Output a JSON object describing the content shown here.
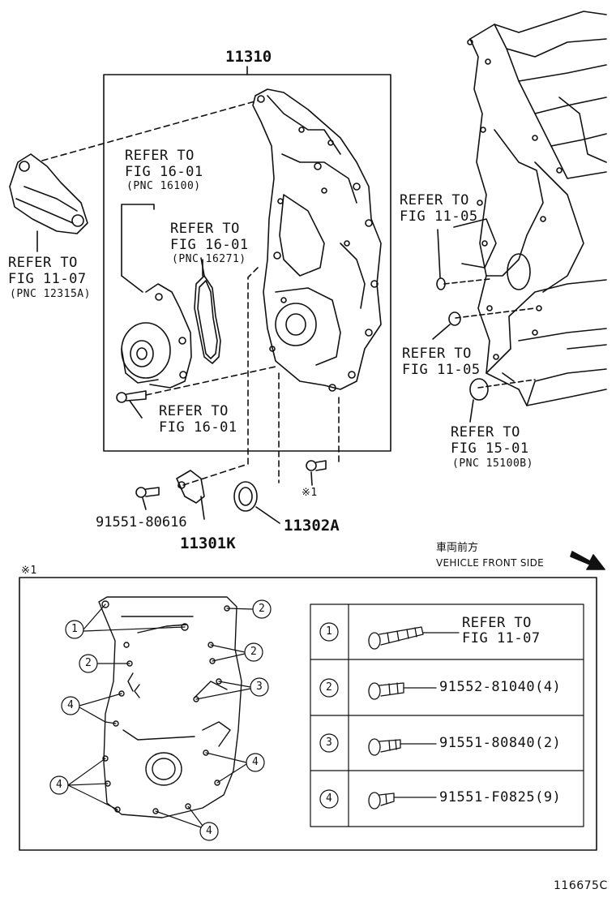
{
  "main_assembly": {
    "part_number": "11310"
  },
  "labels": {
    "idler_ref": [
      "REFER TO",
      "FIG 16-01",
      "(PNC 16100)"
    ],
    "gasket_ref": [
      "REFER TO",
      "FIG 16-01",
      "(PNC 16271)"
    ],
    "bracket_ref": [
      "REFER TO",
      "FIG 11-07",
      "(PNC 12315A)"
    ],
    "bolt_ref": [
      "REFER TO",
      "FIG 16-01"
    ],
    "plug_ref": [
      "REFER TO",
      "FIG 11-05"
    ],
    "oring_ref": [
      "REFER TO",
      "FIG 11-05"
    ],
    "block_ref": [
      "REFER TO",
      "FIG 15-01",
      "(PNC 15100B)"
    ],
    "sensor_bolt": "91551-80616",
    "sensor": "11301K",
    "seal": "11302A",
    "note_mark": "※1"
  },
  "direction": {
    "japanese": "車両前方",
    "english": "VEHICLE FRONT SIDE"
  },
  "detail": {
    "mark": "※1",
    "callouts": [
      "1",
      "2",
      "3",
      "4"
    ],
    "legend": [
      {
        "num": "1",
        "text": [
          "REFER TO",
          "FIG 11-07"
        ]
      },
      {
        "num": "2",
        "text": [
          "91552-81040(4)"
        ]
      },
      {
        "num": "3",
        "text": [
          "91551-80840(2)"
        ]
      },
      {
        "num": "4",
        "text": [
          "91551-F0825(9)"
        ]
      }
    ]
  },
  "figure_id": "116675C"
}
